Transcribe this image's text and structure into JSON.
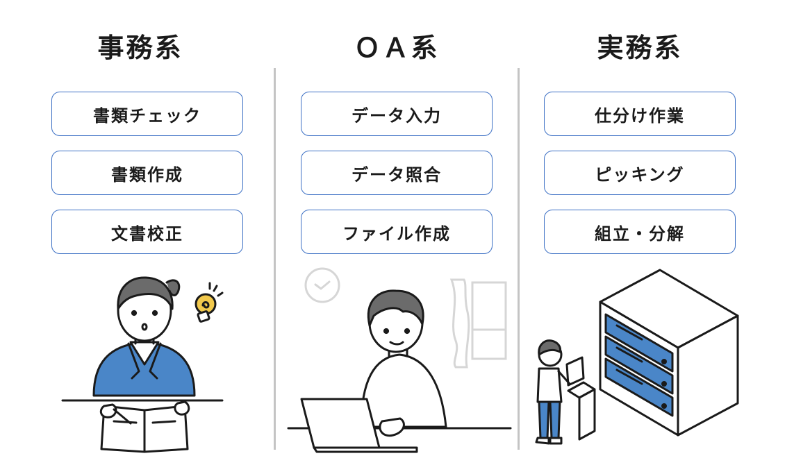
{
  "columns": [
    {
      "title": "事務系",
      "items": [
        "書類チェック",
        "書類作成",
        "文書校正"
      ]
    },
    {
      "title": "ＯＡ系",
      "items": [
        "データ入力",
        "データ照合",
        "ファイル作成"
      ]
    },
    {
      "title": "実務系",
      "items": [
        "仕分け作業",
        "ピッキング",
        "組立・分解"
      ]
    }
  ],
  "colors": {
    "border": "#3b6fc4",
    "accent_blue": "#4a86c8",
    "bulb": "#f2c94c",
    "divider": "#c4c4c4"
  },
  "icons": [
    "lightbulb-icon",
    "clock-icon",
    "office-worker-illustration",
    "pc-worker-illustration",
    "warehouse-worker-illustration"
  ]
}
